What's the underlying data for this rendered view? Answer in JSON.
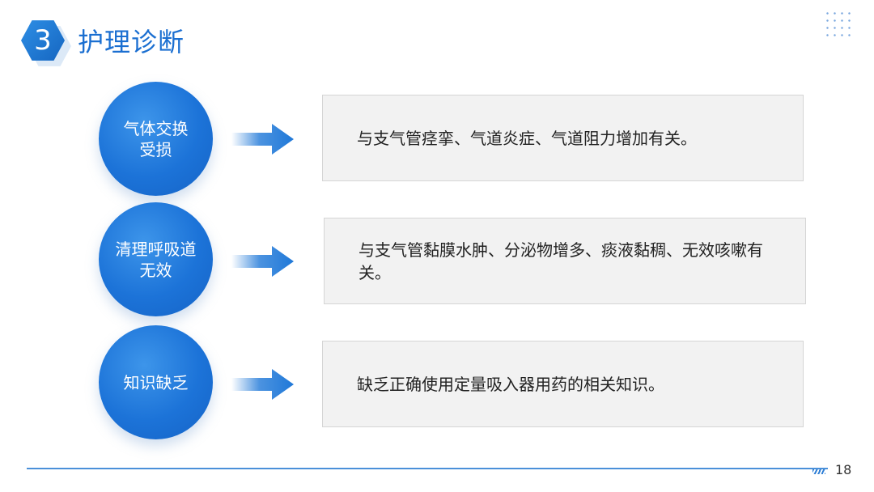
{
  "header": {
    "section_number": "3",
    "title": "护理诊断"
  },
  "diagnoses": [
    {
      "label_line1": "气体交换",
      "label_line2": "受损",
      "description": "与支气管痉挛、气道炎症、气道阻力增加有关。"
    },
    {
      "label_line1": "清理呼吸道",
      "label_line2": "无效",
      "description": "与支气管黏膜水肿、分泌物增多、痰液黏稠、无效咳嗽有关。"
    },
    {
      "label_line1": "知识缺乏",
      "label_line2": "",
      "description": "缺乏正确使用定量吸入器用药的相关知识。"
    }
  ],
  "footer": {
    "page_number": "18"
  },
  "colors": {
    "primary": "#1b6fd1",
    "circle": "#1c73d8",
    "box_bg": "#f2f2f2",
    "line": "#4a90d9"
  },
  "icons": {
    "arrow": "arrow-right-icon",
    "decoration": "dot-grid-icon"
  }
}
